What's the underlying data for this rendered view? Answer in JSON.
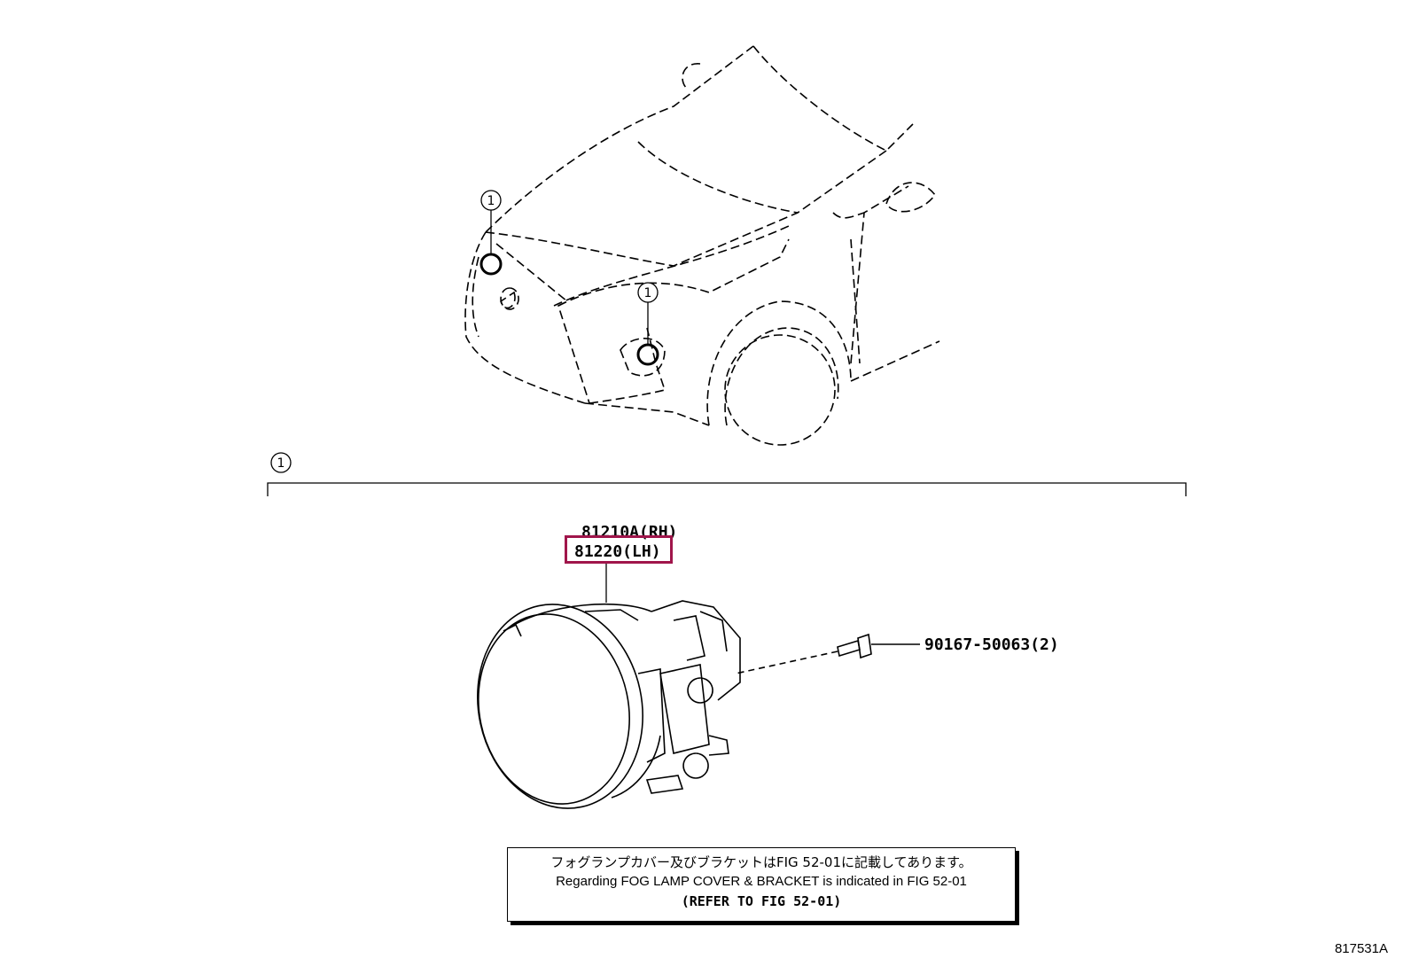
{
  "diagram": {
    "callout_symbol": "1",
    "parts": [
      {
        "label": "81210A(RH)"
      },
      {
        "label": "81220(LH)",
        "highlighted": true,
        "highlight_color": "#a0154b"
      },
      {
        "label": "90167-50063(2)"
      }
    ],
    "note": {
      "line_jp": "フォグランプカバー及びブラケットはFIG 52-01に記載してあります。",
      "line_en": "Regarding FOG LAMP COVER & BRACKET is indicated in FIG 52-01",
      "line_ref": "(REFER TO FIG 52-01)"
    },
    "figure_id": "817531A"
  }
}
